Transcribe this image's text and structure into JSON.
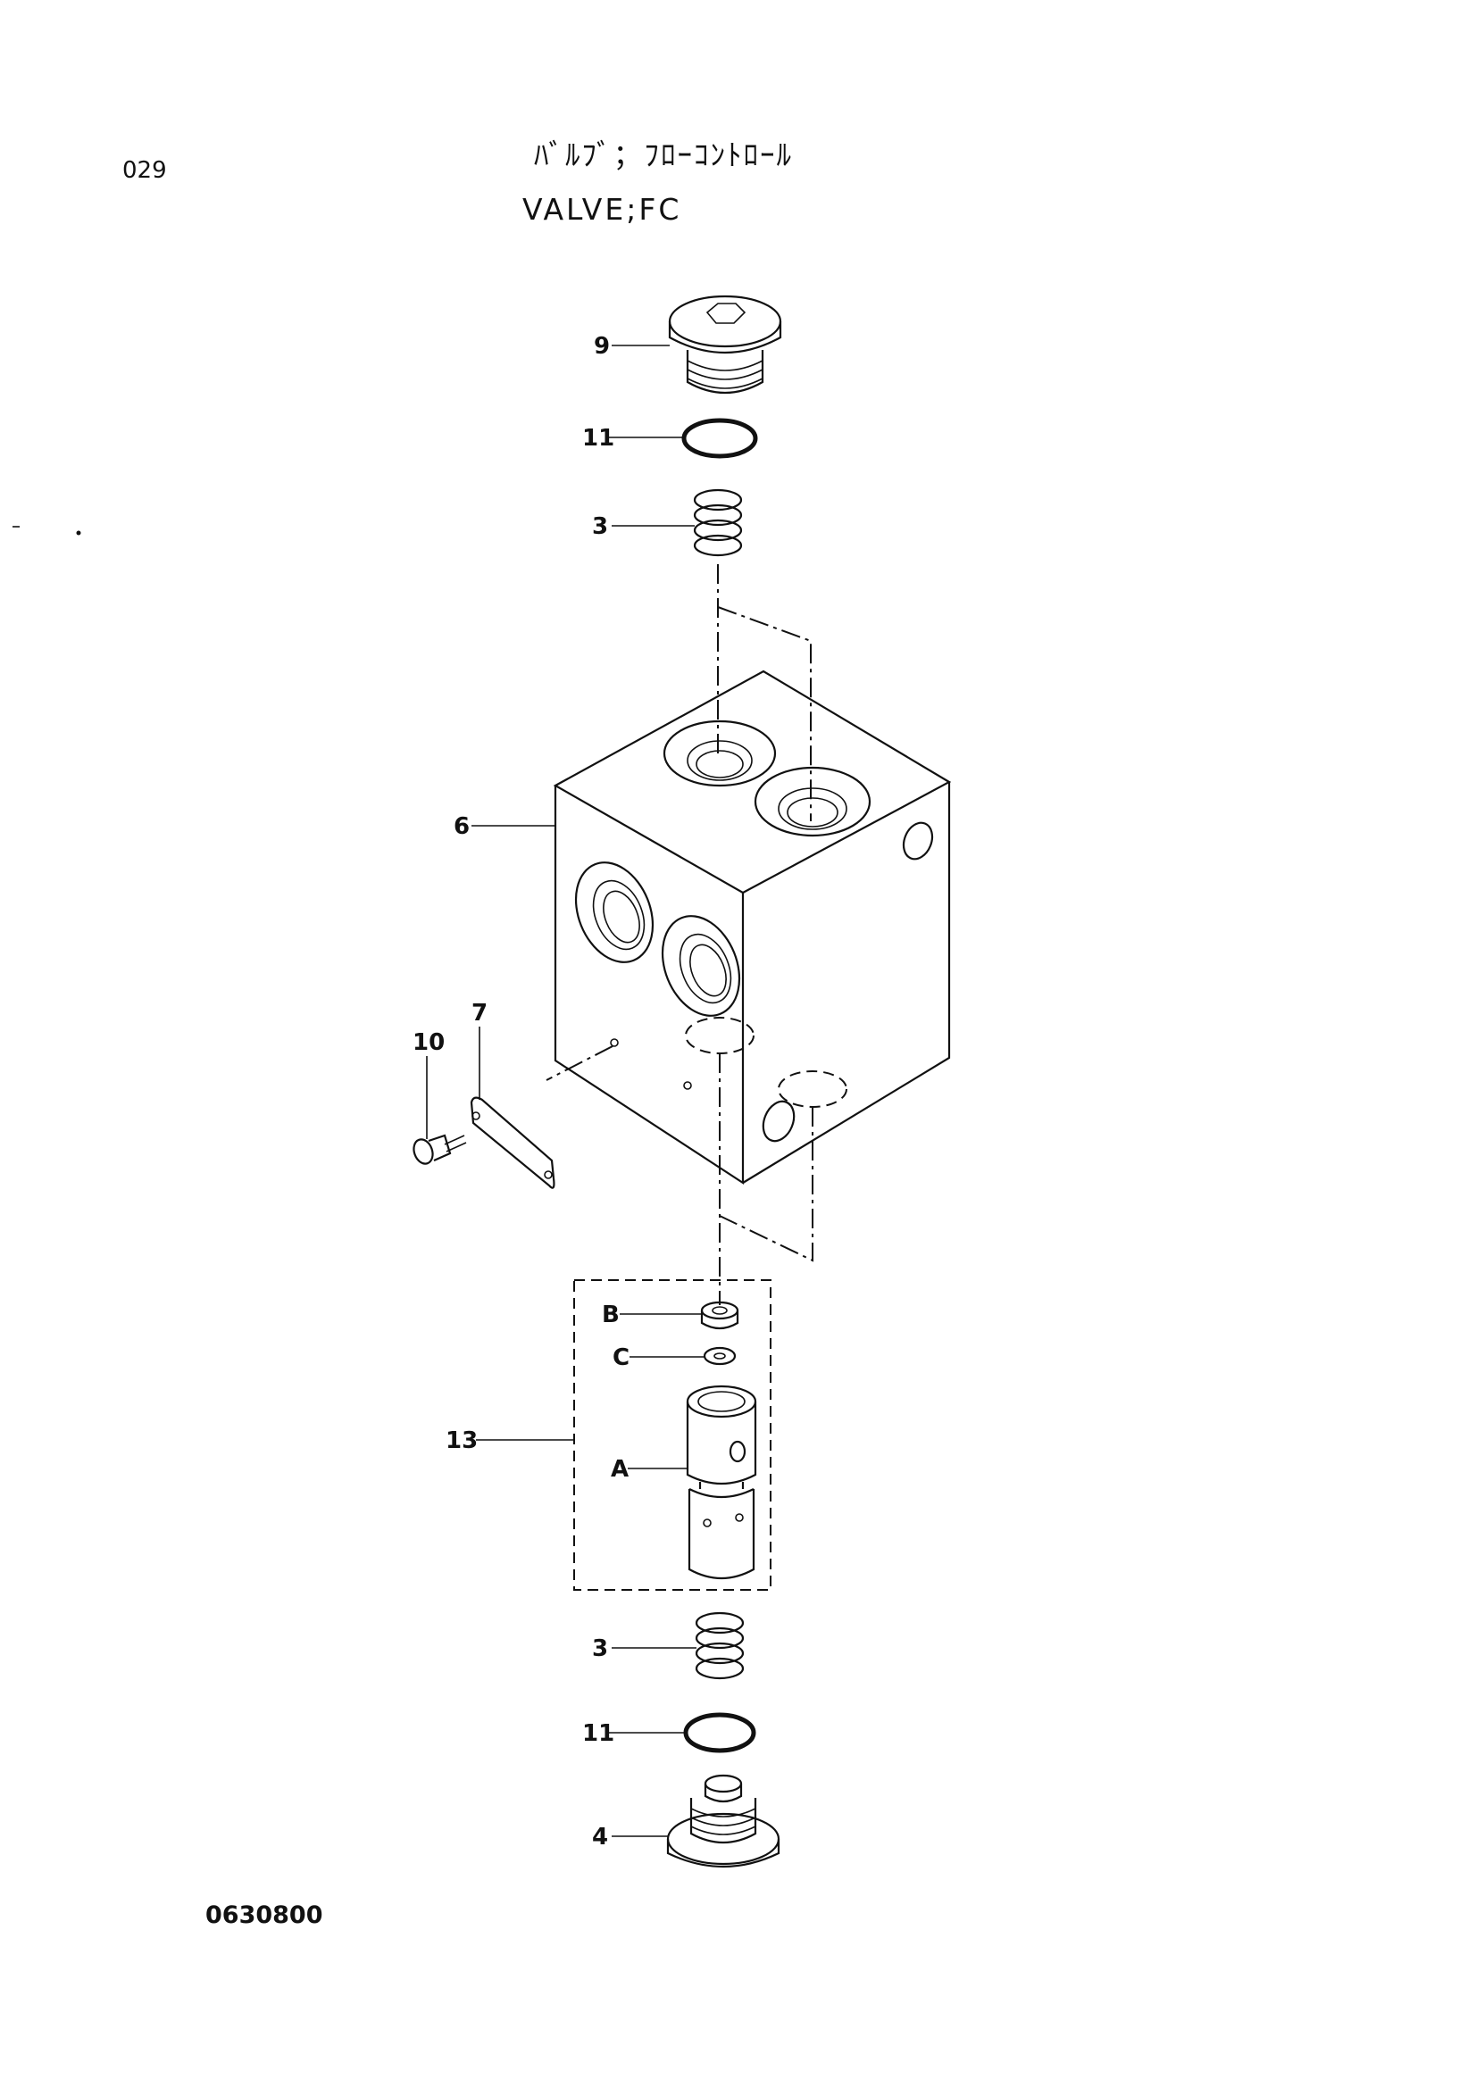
{
  "header": {
    "page_number": "029",
    "title_jp": "ﾊﾞﾙﾌﾞ；ﾌﾛｰｺﾝﾄﾛｰﾙ",
    "title_en": "VALVE;FC"
  },
  "footer": {
    "drawing_number": "0630800"
  },
  "callouts": [
    {
      "id": "plug-top",
      "label": "9"
    },
    {
      "id": "oring-top",
      "label": "11"
    },
    {
      "id": "spring-top",
      "label": "3"
    },
    {
      "id": "valve-body",
      "label": "6"
    },
    {
      "id": "plate",
      "label": "7"
    },
    {
      "id": "screw",
      "label": "10"
    },
    {
      "id": "cap-b",
      "label": "B"
    },
    {
      "id": "washer-c",
      "label": "C"
    },
    {
      "id": "assembly",
      "label": "13"
    },
    {
      "id": "spool-a",
      "label": "A"
    },
    {
      "id": "spring-bottom",
      "label": "3"
    },
    {
      "id": "oring-bottom",
      "label": "11"
    },
    {
      "id": "plug-bottom",
      "label": "4"
    }
  ]
}
